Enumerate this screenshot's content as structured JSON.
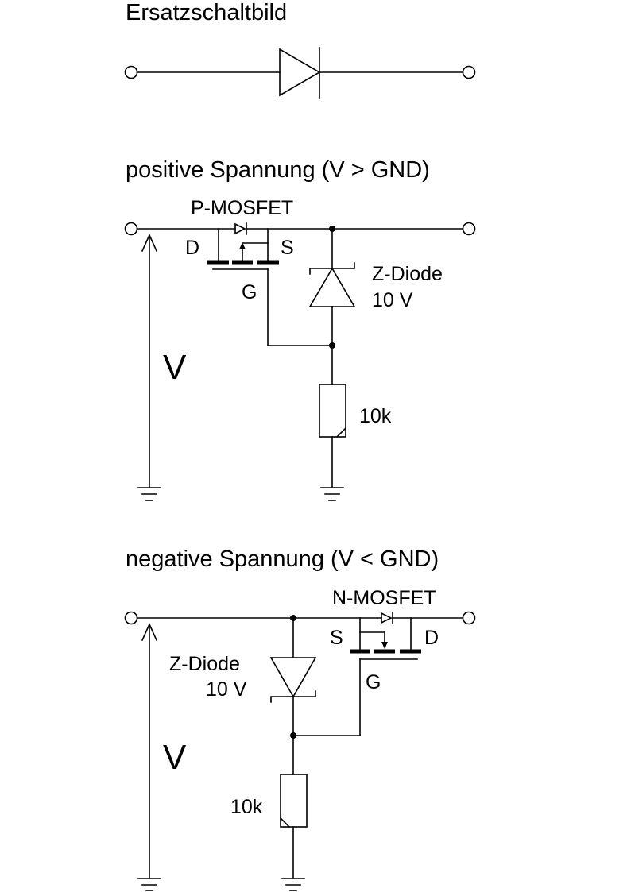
{
  "titles": {
    "equivalent": "Ersatzschaltbild",
    "positive": "positive Spannung (V > GND)",
    "negative": "negative Spannung (V < GND)"
  },
  "positive": {
    "mosfet": "P-MOSFET",
    "drain": "D",
    "source": "S",
    "gate": "G",
    "zener_name": "Z-Diode",
    "zener_value": "10 V",
    "resistor": "10k",
    "voltage": "V"
  },
  "negative": {
    "mosfet": "N-MOSFET",
    "drain": "D",
    "source": "S",
    "gate": "G",
    "zener_name": "Z-Diode",
    "zener_value": "10 V",
    "resistor": "10k",
    "voltage": "V"
  },
  "colors": {
    "ink": "#000000",
    "background": "#ffffff"
  }
}
